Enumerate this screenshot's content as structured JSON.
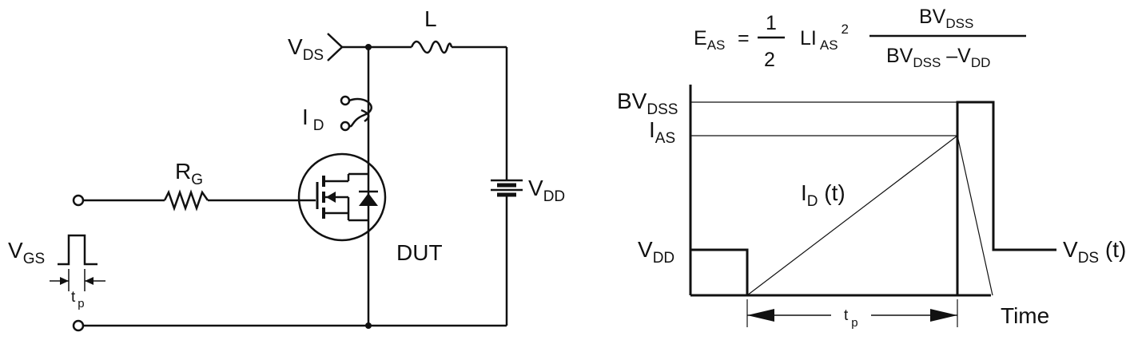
{
  "circuit": {
    "inductor_label": "L",
    "vds_main": "V",
    "vds_sub": "DS",
    "id_main": "I",
    "id_sub": "D",
    "rg_main": "R",
    "rg_sub": "G",
    "vdd_main": "V",
    "vdd_sub": "DD",
    "vgs_main": "V",
    "vgs_sub": "GS",
    "tp_main": "t",
    "tp_sub": "p",
    "dut_label": "DUT"
  },
  "equation": {
    "lhs_main": "E",
    "lhs_sub": "AS",
    "equals": "=",
    "frac_num": "1",
    "frac_den": "2",
    "term_main": "LI",
    "term_sub": "AS",
    "term_sup": "2",
    "num_main": "BV",
    "num_sub": "DSS",
    "den_main1": "BV",
    "den_sub1": "DSS",
    "den_mid": " –V",
    "den_sub2": "DD"
  },
  "waveform": {
    "bvdss_main": "BV",
    "bvdss_sub": "DSS",
    "ias_main": "I",
    "ias_sub": "AS",
    "vdd_main": "V",
    "vdd_sub": "DD",
    "id_main": "I",
    "id_sub": "D",
    "id_tail": " (t)",
    "vds_main": "V",
    "vds_sub": "DS",
    "vds_tail": " (t)",
    "tp_main": "t",
    "tp_sub": "p",
    "time_label": "Time"
  }
}
